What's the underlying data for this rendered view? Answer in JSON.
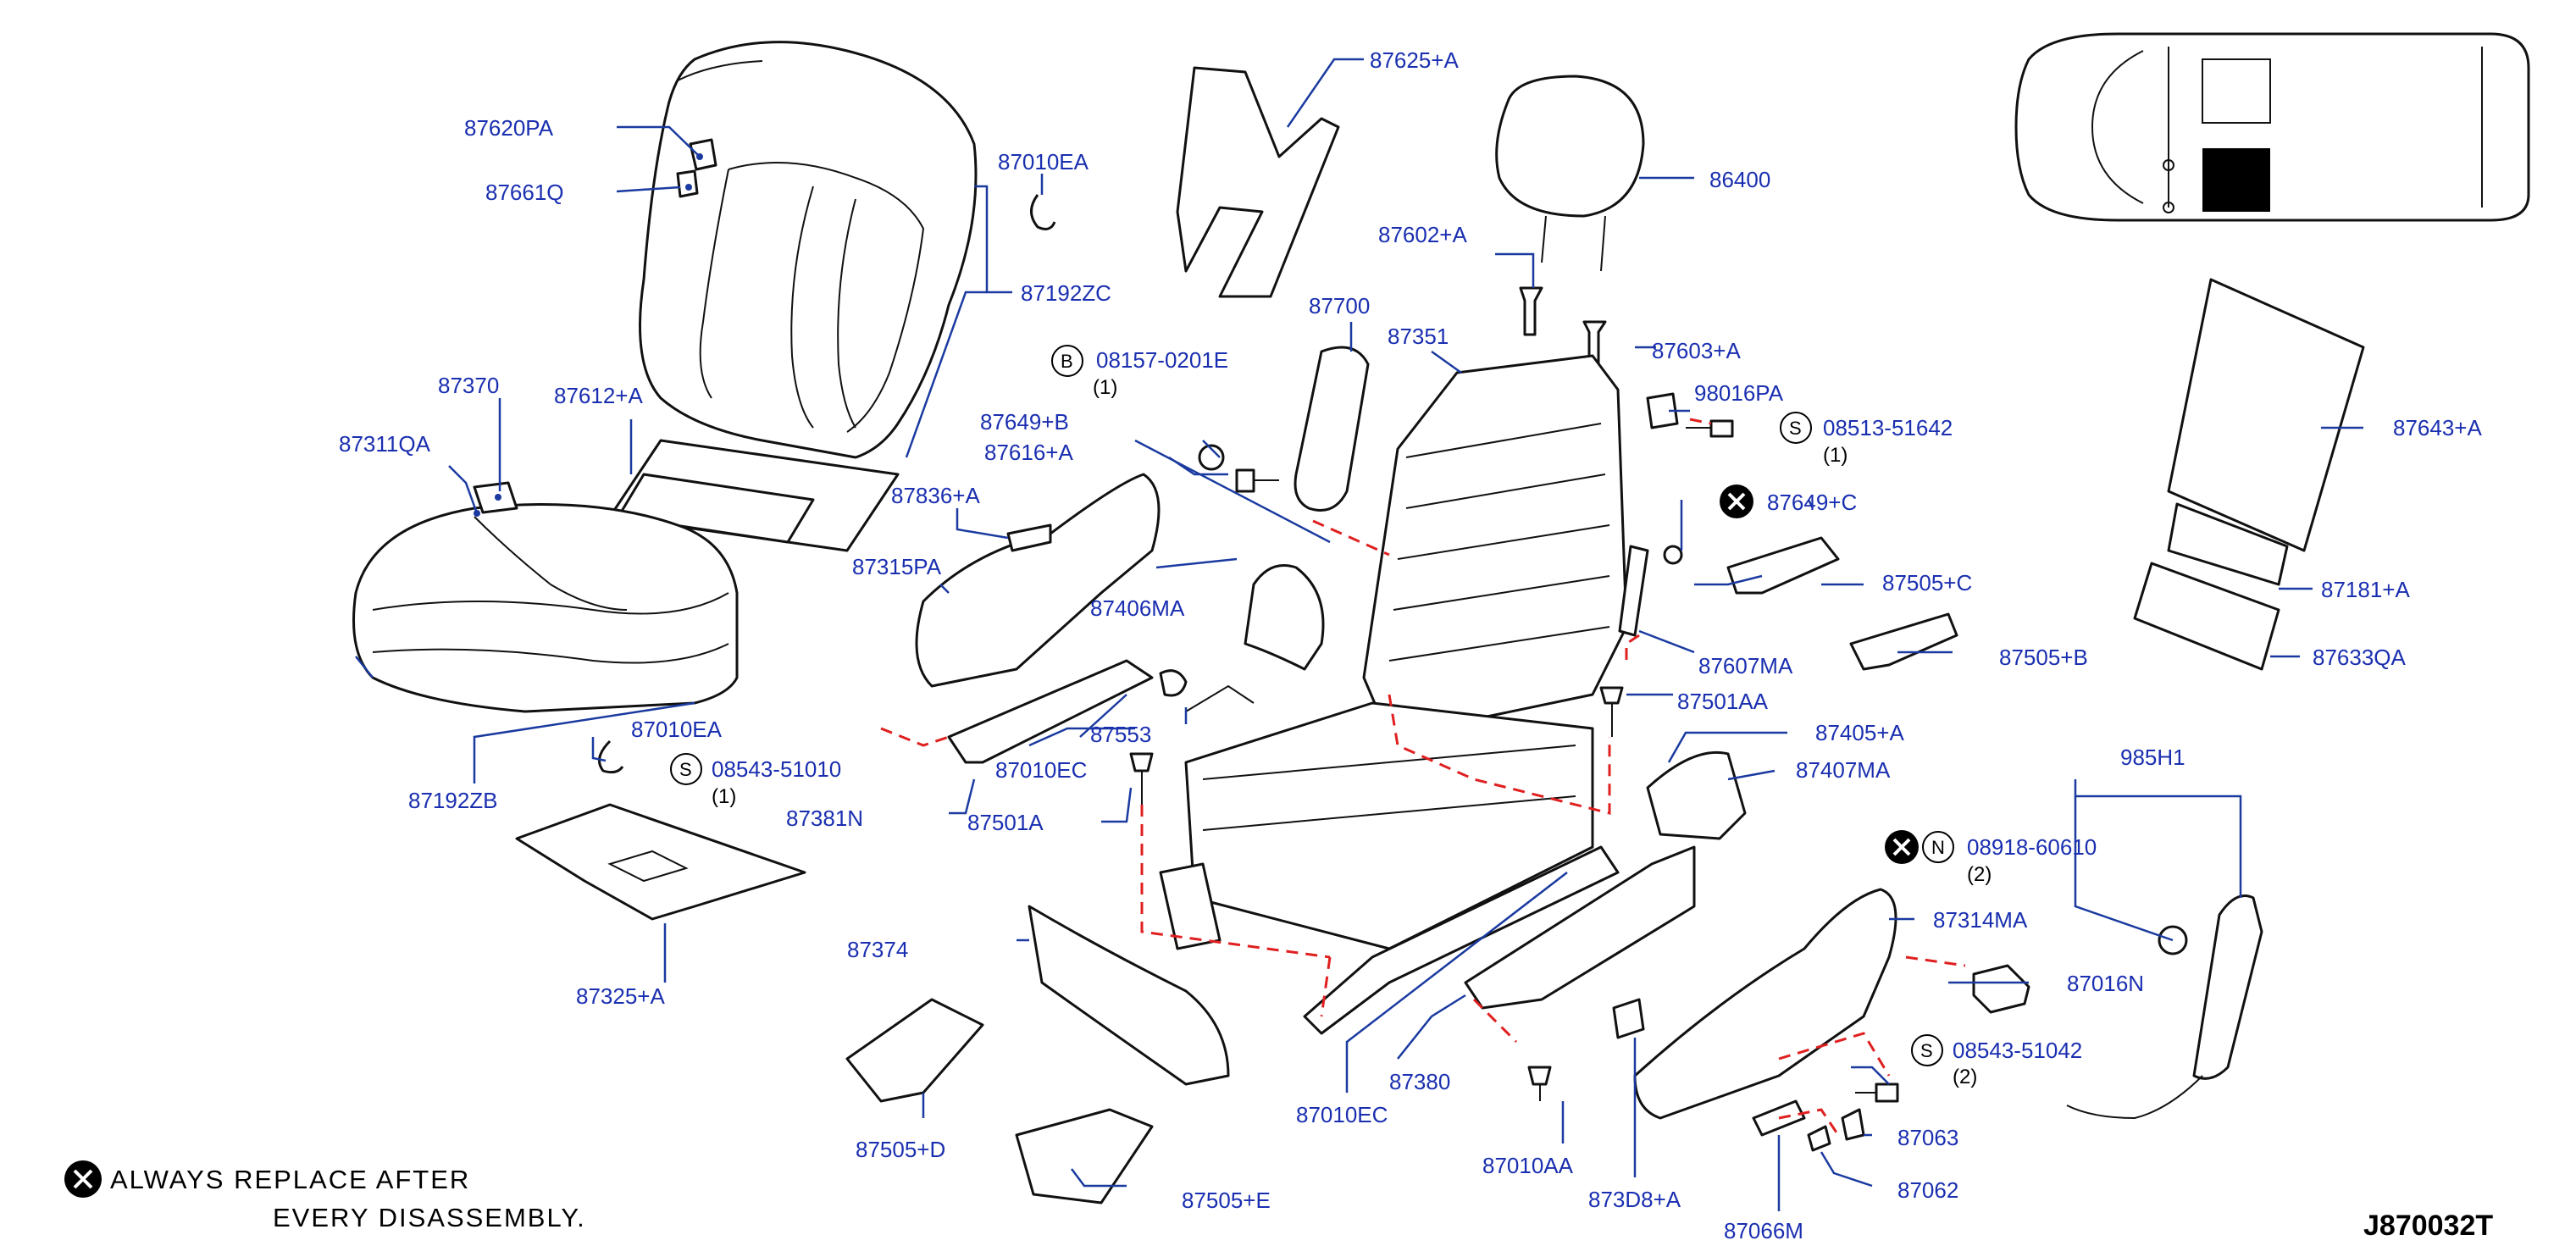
{
  "labels": {
    "p87620PA": "87620PA",
    "p87661Q": "87661Q",
    "p87010EA_top": "87010EA",
    "p87192ZC": "87192ZC",
    "p87370": "87370",
    "p87311QA": "87311QA",
    "p87612A": "87612+A",
    "p87010EA_low": "87010EA",
    "p08543_51010": "08543-51010",
    "p87192ZB": "87192ZB",
    "p87325A": "87325+A",
    "p87625A": "87625+A",
    "p86400": "86400",
    "p87602A": "87602+A",
    "p87700": "87700",
    "p87351": "87351",
    "p87603A": "87603+A",
    "p08157_0201E": "08157-0201E",
    "p98016PA": "98016PA",
    "p08513_51642": "08513-51642",
    "p87649B": "87649+B",
    "p87616A": "87616+A",
    "p87649C": "87649+C",
    "p87836A": "87836+A",
    "p87315PA": "87315PA",
    "p87505C": "87505+C",
    "p87406MA": "87406MA",
    "p87607MA": "87607MA",
    "p87505B": "87505+B",
    "p87553": "87553",
    "p87010EC_mid": "87010EC",
    "p87501AA": "87501AA",
    "p87405A": "87405+A",
    "p87407MA": "87407MA",
    "p87381N": "87381N",
    "p87501A": "87501A",
    "p87374": "87374",
    "p87505D": "87505+D",
    "p87505E": "87505+E",
    "p87380": "87380",
    "p87010EC_low": "87010EC",
    "p87010AA": "87010AA",
    "p873D8A": "873D8+A",
    "p87066M": "87066M",
    "p87062": "87062",
    "p87063": "87063",
    "p08543_51042": "08543-51042",
    "p87016N": "87016N",
    "p87314MA": "87314MA",
    "p08918_60610": "08918-60610",
    "p985H1": "985H1",
    "p87643A": "87643+A",
    "p87181A": "87181+A",
    "p87633QA": "87633QA"
  },
  "qty": {
    "q08543_51010": "(1)",
    "q08157_0201E": "(1)",
    "q08513_51642": "(1)",
    "q08543_51042": "(2)",
    "q08918_60610": "(2)"
  },
  "symbols": {
    "s_letter": "S",
    "b_letter": "B",
    "n_letter": "N"
  },
  "legend": {
    "line1": "ALWAYS  REPLACE  AFTER",
    "line2": "EVERY  DISASSEMBLY."
  },
  "diagram_code": "J870032T",
  "colors": {
    "label": "#1a2fb0",
    "leader": "#1a3aa0",
    "dashed_link": "#e02020",
    "part_outline": "#111111"
  }
}
